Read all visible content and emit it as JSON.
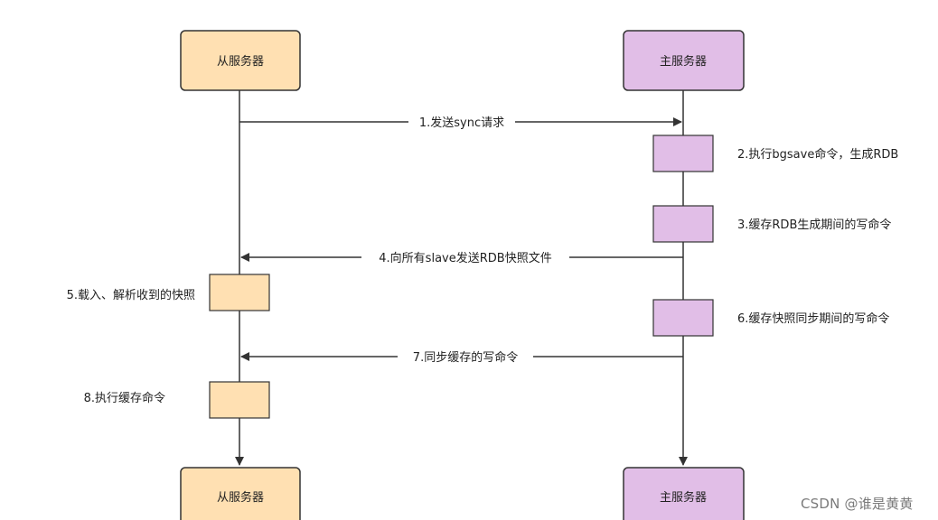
{
  "colors": {
    "slave_fill": "#ffe0b2",
    "master_fill": "#e1bee7",
    "stroke": "#333333"
  },
  "participants": {
    "slave_label": "从服务器",
    "master_label": "主服务器"
  },
  "messages": {
    "m1": "1.发送sync请求",
    "m4": "4.向所有slave发送RDB快照文件",
    "m7": "7.同步缓存的写命令"
  },
  "notes": {
    "n2": "2.执行bgsave命令，生成RDB",
    "n3": "3.缓存RDB生成期间的写命令",
    "n5": "5.载入、解析收到的快照",
    "n6": "6.缓存快照同步期间的写命令",
    "n8": "8.执行缓存命令"
  },
  "watermark": "CSDN @谁是黄黄"
}
